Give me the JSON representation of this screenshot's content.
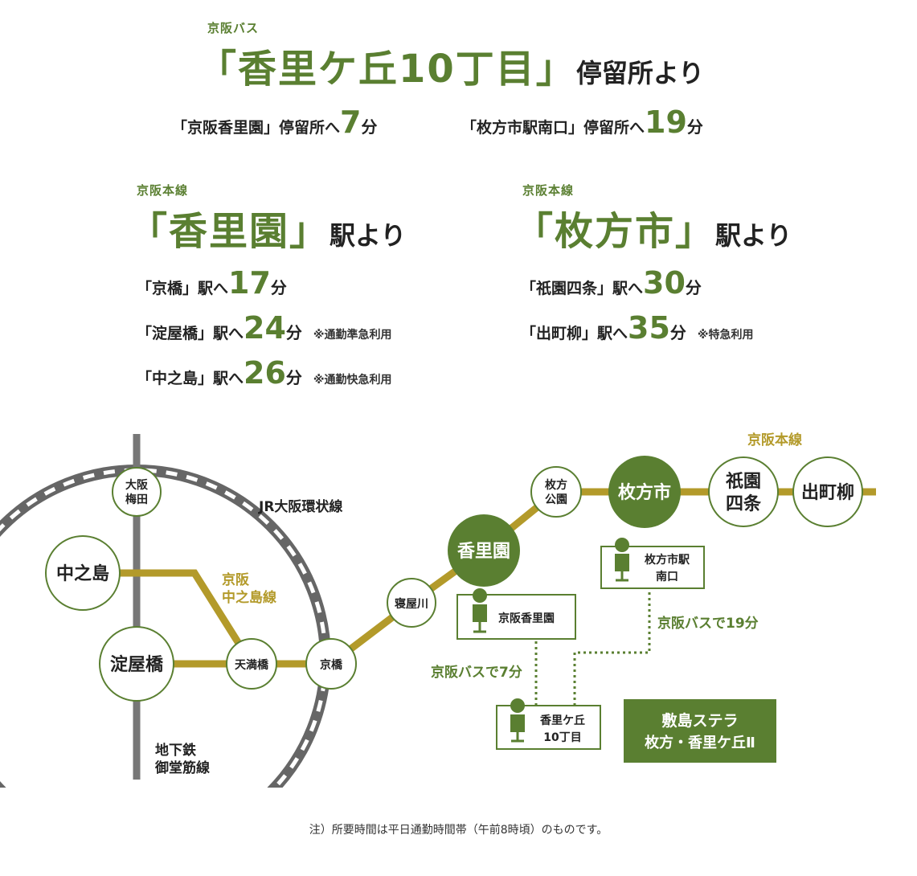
{
  "bus": {
    "operator": "京阪バス",
    "stop_title": "「香里ケ丘10丁目」",
    "stop_suffix": "停留所より",
    "routes": [
      {
        "label": "「京阪香里園」停留所へ",
        "minutes": "7",
        "unit": "分"
      },
      {
        "label": "「枚方市駅南口」停留所へ",
        "minutes": "19",
        "unit": "分"
      }
    ]
  },
  "korien": {
    "line": "京阪本線",
    "title": "「香里園」",
    "suffix": "駅より",
    "routes": [
      {
        "label": "「京橋」駅へ",
        "minutes": "17",
        "unit": "分",
        "note": ""
      },
      {
        "label": "「淀屋橋」駅へ",
        "minutes": "24",
        "unit": "分",
        "note": "※通勤準急利用"
      },
      {
        "label": "「中之島」駅へ",
        "minutes": "26",
        "unit": "分",
        "note": "※通勤快急利用"
      }
    ]
  },
  "hirakata": {
    "line": "京阪本線",
    "title": "「枚方市」",
    "suffix": "駅より",
    "routes": [
      {
        "label": "「祇園四条」駅へ",
        "minutes": "30",
        "unit": "分",
        "note": ""
      },
      {
        "label": "「出町柳」駅へ",
        "minutes": "35",
        "unit": "分",
        "note": "※特急利用"
      }
    ]
  },
  "map": {
    "colors": {
      "green": "#5a7f31",
      "gold": "#b39a2a",
      "gray": "#666666"
    },
    "lines": {
      "keihan_main": "京阪本線",
      "jr_loop": "JR大阪環状線",
      "nakanoshima_1": "京阪",
      "nakanoshima_2": "中之島線",
      "midosuji_1": "地下鉄",
      "midosuji_2": "御堂筋線"
    },
    "stations": {
      "umeda_1": "大阪",
      "umeda_2": "梅田",
      "nakanoshima": "中之島",
      "yodoyabashi": "淀屋橋",
      "tenmabashi": "天満橋",
      "kyobashi": "京橋",
      "neyagawa": "寝屋川",
      "korien": "香里園",
      "hirakata_koen_1": "枚方",
      "hirakata_koen_2": "公園",
      "hirakatashi": "枚方市",
      "gion_1": "祇園",
      "gion_2": "四条",
      "demachiyanagi": "出町柳"
    },
    "bus_stops": {
      "keihan_korien": "京阪香里園",
      "hirakata_south_1": "枚方市駅",
      "hirakata_south_2": "南口",
      "korigaoka_1": "香里ケ丘",
      "korigaoka_2": "10丁目"
    },
    "bus_routes": {
      "to_korien": "京阪バスで7分",
      "to_hirakata": "京阪バスで19分"
    },
    "property_1": "敷島ステラ",
    "property_2": "枚方・香里ケ丘Ⅱ"
  },
  "footnote": "注）所要時間は平日通勤時間帯（午前8時頃）のものです。"
}
